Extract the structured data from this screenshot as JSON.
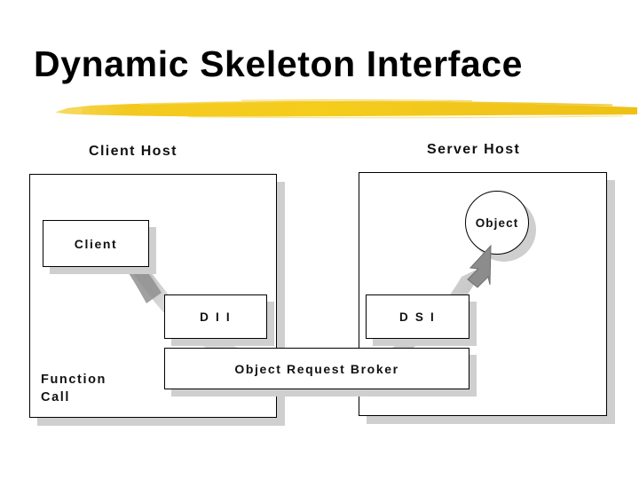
{
  "slide": {
    "title": "Dynamic Skeleton Interface",
    "background_color": "#ffffff",
    "title_color": "#000000",
    "underline_color": "#f2c61e"
  },
  "diagram": {
    "type": "corba-architecture",
    "hosts": [
      {
        "id": "client-host",
        "label": "Client Host"
      },
      {
        "id": "server-host",
        "label": "Server Host"
      }
    ],
    "boxes": [
      {
        "id": "client",
        "label": "Client"
      },
      {
        "id": "dii",
        "label": "D I I"
      },
      {
        "id": "dsi",
        "label": "D S I"
      },
      {
        "id": "orb",
        "label": "Object Request Broker"
      }
    ],
    "nodes": [
      {
        "id": "object",
        "label": "Object",
        "shape": "circle"
      }
    ],
    "annotations": [
      {
        "id": "function-call",
        "label": "Function\nCall"
      }
    ],
    "flow": {
      "description": "curved band from Client through DII and Object Request Broker up to Object",
      "band_color": "#dcdcdc",
      "arrow_color": "#8c8c8c",
      "shadow_color": "#cfcfcf"
    }
  }
}
